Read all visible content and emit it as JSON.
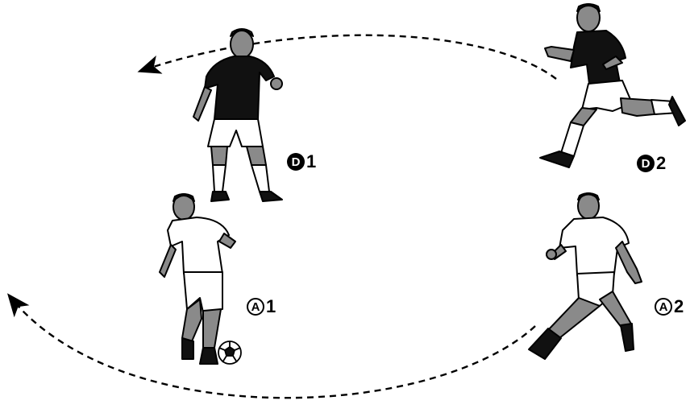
{
  "players": [
    {
      "id": "D1",
      "team": "defender",
      "marker": "D",
      "number": "1",
      "shirt": "#111111"
    },
    {
      "id": "D2",
      "team": "defender",
      "marker": "D",
      "number": "2",
      "shirt": "#111111"
    },
    {
      "id": "A1",
      "team": "attacker",
      "marker": "A",
      "number": "1",
      "shirt": "#ffffff",
      "has_ball": true
    },
    {
      "id": "A2",
      "team": "attacker",
      "marker": "A",
      "number": "2",
      "shirt": "#ffffff"
    }
  ],
  "colors": {
    "ink": "#000000",
    "skin": "#8a8a8a",
    "paper": "#ffffff"
  }
}
